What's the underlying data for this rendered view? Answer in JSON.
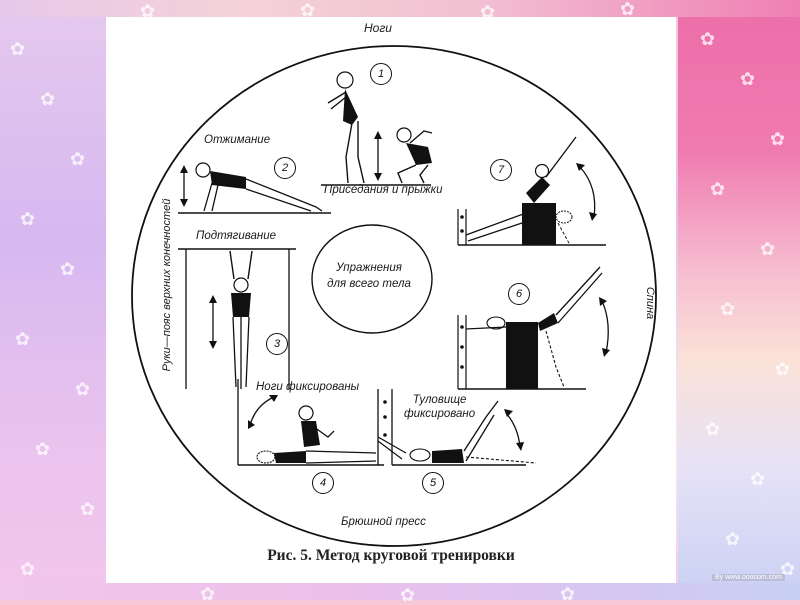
{
  "figure": {
    "caption": "Рис. 5. Метод круговой тренировки",
    "center_label_line1": "Упражнения",
    "center_label_line2": "для всего тела",
    "sector_labels": {
      "top": "Ноги",
      "right": "Спина",
      "bottom": "Брюшной пресс",
      "left": "Руки—пояс верхних конечностей"
    },
    "exercises": [
      {
        "number": "1",
        "label": "Приседания и прыжки"
      },
      {
        "number": "2",
        "label": "Отжимание"
      },
      {
        "number": "3",
        "label": "Подтягивание"
      },
      {
        "number": "4",
        "label": "Ноги фиксированы"
      },
      {
        "number": "5",
        "label": "Туловище фиксировано"
      },
      {
        "number": "6",
        "label": ""
      },
      {
        "number": "7",
        "label": ""
      }
    ],
    "exercise5_label_line1": "Туловище",
    "exercise5_label_line2": "фиксировано"
  },
  "background": {
    "theme": "cherry-blossom",
    "colors": {
      "left": "#d6b8f0",
      "right_top": "#ec6ea9",
      "right_bottom": "#c9d0f4",
      "sheet": "#ffffff"
    }
  },
  "watermark": "By www.ooocom.com"
}
